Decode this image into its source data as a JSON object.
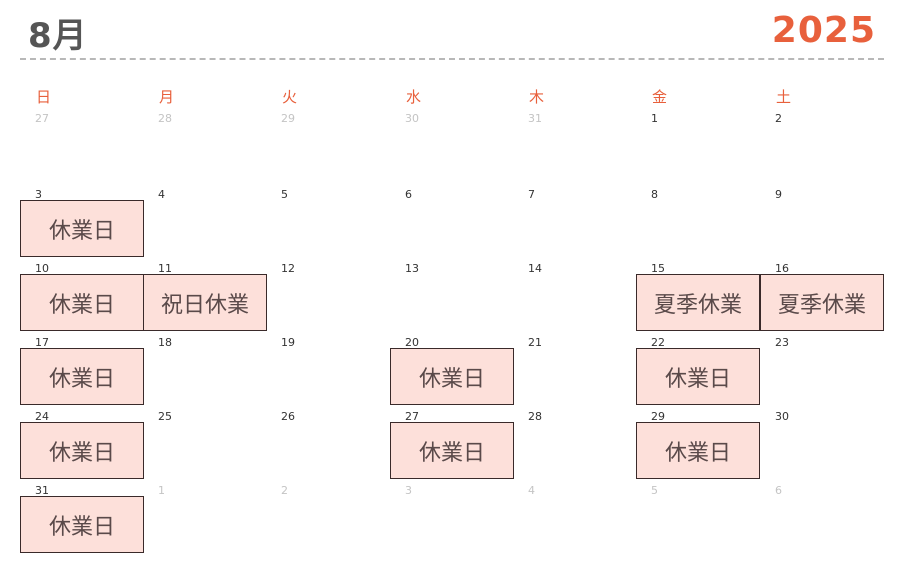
{
  "header": {
    "month": "8月",
    "year": "2025"
  },
  "weekdays": [
    "日",
    "月",
    "火",
    "水",
    "木",
    "金",
    "土"
  ],
  "weeks": [
    [
      {
        "d": "27",
        "other": true
      },
      {
        "d": "28",
        "other": true
      },
      {
        "d": "29",
        "other": true
      },
      {
        "d": "30",
        "other": true
      },
      {
        "d": "31",
        "other": true
      },
      {
        "d": "1"
      },
      {
        "d": "2"
      }
    ],
    [
      {
        "d": "3",
        "event": "休業日"
      },
      {
        "d": "4"
      },
      {
        "d": "5"
      },
      {
        "d": "6"
      },
      {
        "d": "7"
      },
      {
        "d": "8"
      },
      {
        "d": "9"
      }
    ],
    [
      {
        "d": "10",
        "event": "休業日"
      },
      {
        "d": "11",
        "event": "祝日休業"
      },
      {
        "d": "12"
      },
      {
        "d": "13"
      },
      {
        "d": "14"
      },
      {
        "d": "15",
        "event": "夏季休業"
      },
      {
        "d": "16",
        "event": "夏季休業"
      }
    ],
    [
      {
        "d": "17",
        "event": "休業日"
      },
      {
        "d": "18"
      },
      {
        "d": "19"
      },
      {
        "d": "20",
        "event": "休業日"
      },
      {
        "d": "21"
      },
      {
        "d": "22",
        "event": "休業日"
      },
      {
        "d": "23"
      }
    ],
    [
      {
        "d": "24",
        "event": "休業日"
      },
      {
        "d": "25"
      },
      {
        "d": "26"
      },
      {
        "d": "27",
        "event": "休業日"
      },
      {
        "d": "28"
      },
      {
        "d": "29",
        "event": "休業日"
      },
      {
        "d": "30"
      }
    ],
    [
      {
        "d": "31",
        "event": "休業日"
      },
      {
        "d": "1",
        "other": true
      },
      {
        "d": "2",
        "other": true
      },
      {
        "d": "3",
        "other": true
      },
      {
        "d": "4",
        "other": true
      },
      {
        "d": "5",
        "other": true
      },
      {
        "d": "6",
        "other": true
      }
    ]
  ],
  "colors": {
    "accent": "#e8603c",
    "event_fill": "#fde0da",
    "muted": "#c4c4c4"
  }
}
